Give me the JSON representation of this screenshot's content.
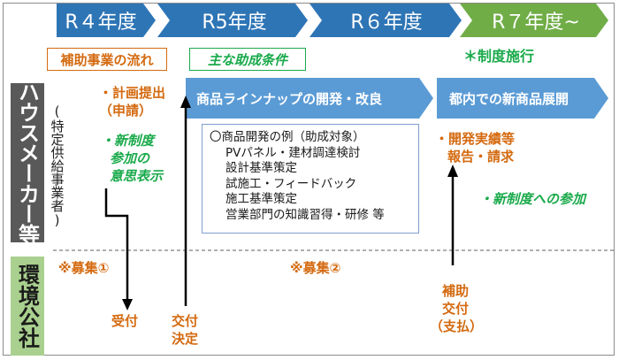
{
  "years": [
    "R４年度",
    "R5年度",
    "R６年度",
    "R７年度~"
  ],
  "labels": {
    "flow": "補助事業の流れ",
    "conditions": "主な助成条件",
    "enforcement": "＊制度施行"
  },
  "side": {
    "maker": "ハウスメーカー等",
    "maker_note": "(特定供給事業者)",
    "kosha": "環境公社"
  },
  "phases": {
    "develop": "商品ラインナップの開発・改良",
    "expand": "都内での新商品展開"
  },
  "examples": {
    "heading": "〇商品開発の例（助成対象）",
    "items": [
      "PVパネル・建材調達検討",
      "設計基準策定",
      "試施工・フィードバック",
      "施工基準策定",
      "営業部門の知識習得・研修 等"
    ]
  },
  "notes": {
    "plan_1": "・計画提出",
    "plan_2": "（申請）",
    "intent_1": "・新制度",
    "intent_2": "参加の",
    "intent_3": "意思表示",
    "report_1": "・開発実績等",
    "report_2": "報告・請求",
    "participate": "・新制度への参加",
    "recruit_1": "※募集①",
    "recruit_2": "※募集②",
    "receipt": "受付",
    "decision_1": "交付",
    "decision_2": "決定",
    "pay_1": "補助",
    "pay_2": "交付",
    "pay_3": "（支払）"
  },
  "colors": {
    "year_blue": "#2e75b6",
    "year_green": "#70ad47",
    "phase_blue": "#5b9bd5",
    "orange": "#d46a10",
    "green": "#1aaa4b"
  }
}
